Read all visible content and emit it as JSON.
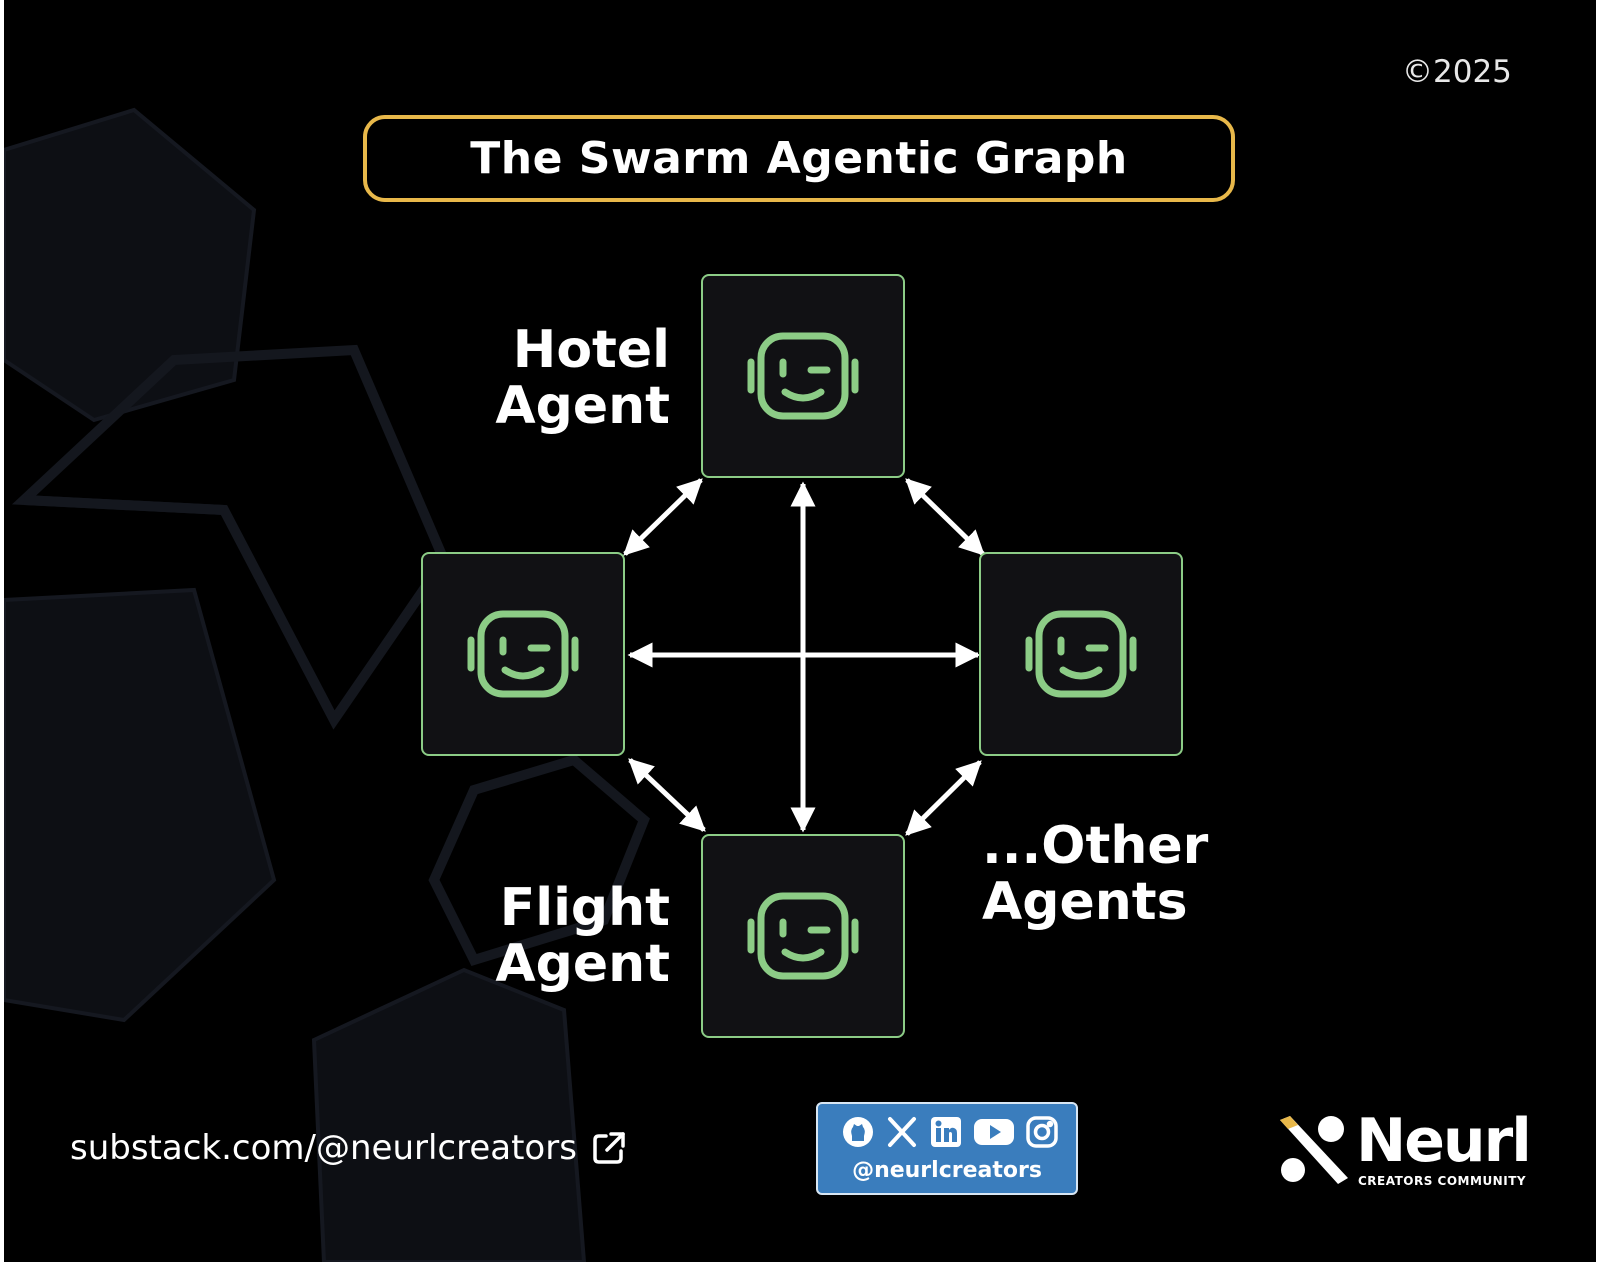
{
  "copyright": "©2025",
  "title": "The Swarm Agentic Graph",
  "colors": {
    "background": "#000000",
    "title_border": "#e8b84a",
    "node_border": "#8ccc86",
    "robot_icon": "#8ccc86",
    "arrow": "#ffffff",
    "social_card": "#3a7dbd"
  },
  "nodes": [
    {
      "id": "hotel-agent",
      "label_line1": "Hotel",
      "label_line2": "Agent",
      "icon": "robot-icon"
    },
    {
      "id": "left-agent",
      "icon": "robot-icon"
    },
    {
      "id": "right-agent",
      "icon": "robot-icon"
    },
    {
      "id": "flight-agent",
      "label_line1": "Flight",
      "label_line2": "Agent",
      "icon": "robot-icon"
    }
  ],
  "other_agents": {
    "line1": "...Other",
    "line2": "Agents"
  },
  "edges": [
    {
      "from": "hotel-agent",
      "to": "left-agent",
      "direction": "bidirectional"
    },
    {
      "from": "hotel-agent",
      "to": "right-agent",
      "direction": "bidirectional"
    },
    {
      "from": "hotel-agent",
      "to": "flight-agent",
      "direction": "bidirectional"
    },
    {
      "from": "left-agent",
      "to": "right-agent",
      "direction": "bidirectional"
    },
    {
      "from": "left-agent",
      "to": "flight-agent",
      "direction": "bidirectional"
    },
    {
      "from": "flight-agent",
      "to": "right-agent",
      "direction": "bidirectional"
    }
  ],
  "footer": {
    "substack": "substack.com/@neurlcreators",
    "social_handle": "@neurlcreators",
    "social_icons": [
      "github-icon",
      "x-icon",
      "linkedin-icon",
      "youtube-icon",
      "instagram-icon"
    ],
    "brand_name": "Neurl",
    "brand_tagline": "CREATORS COMMUNITY"
  }
}
